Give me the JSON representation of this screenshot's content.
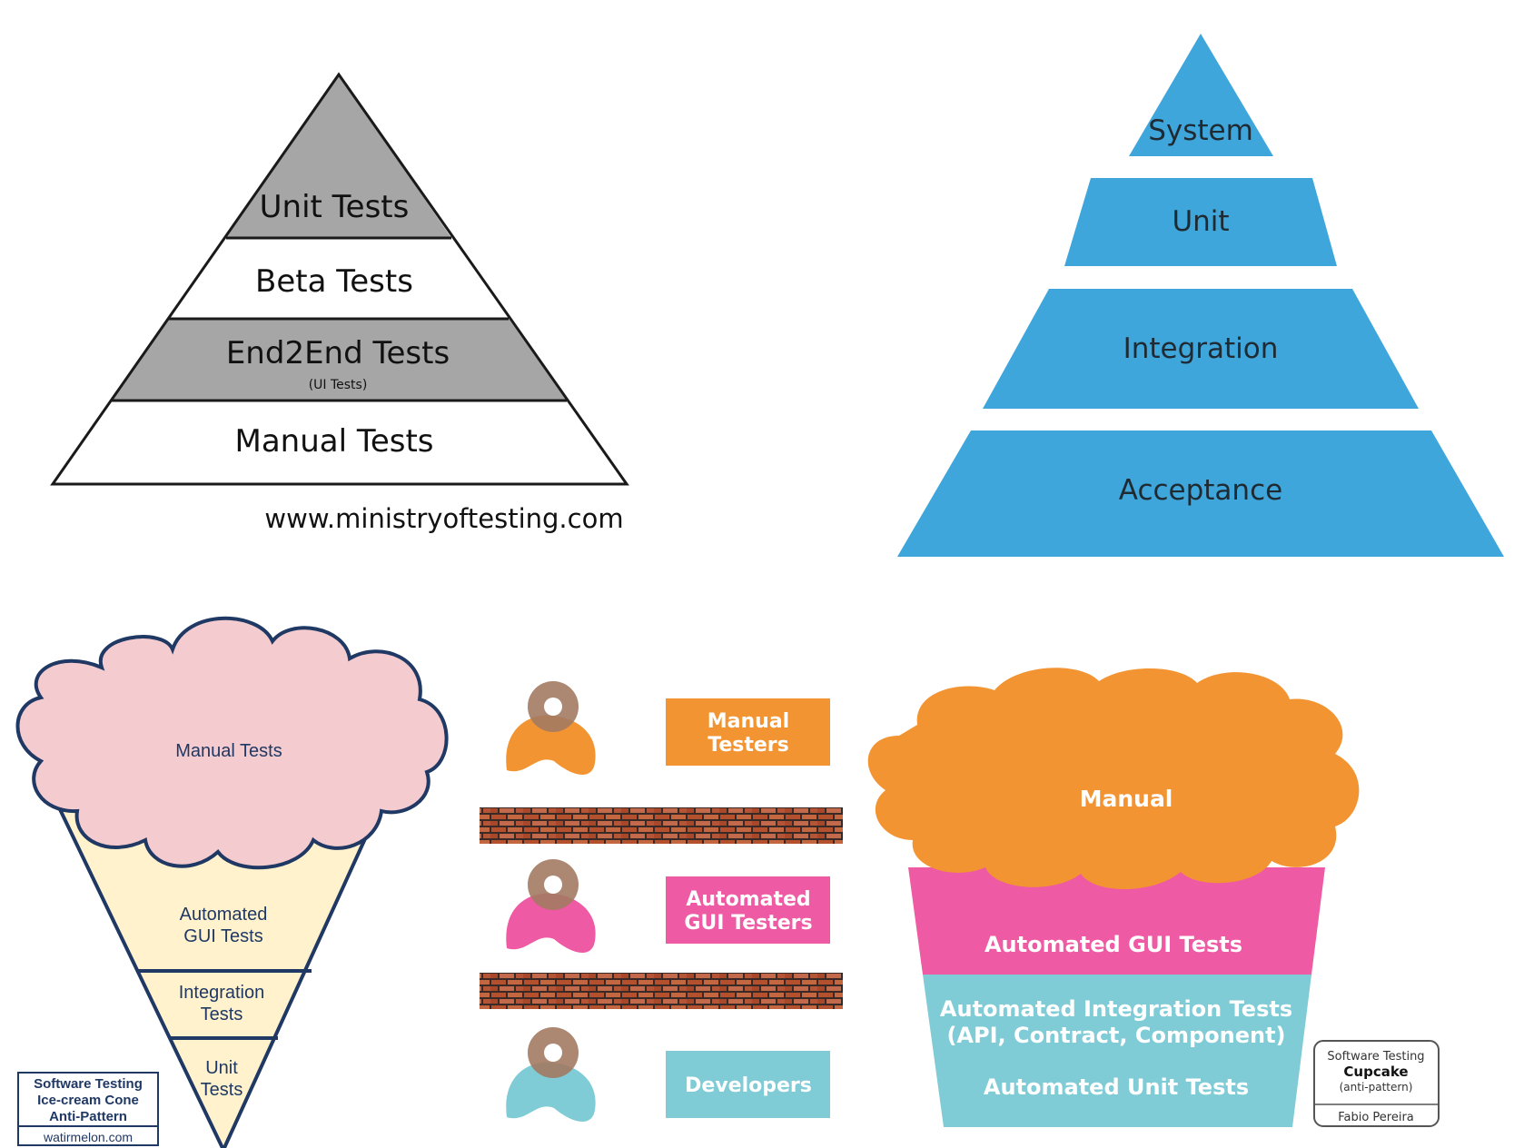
{
  "pyramid_left": {
    "layers": [
      "Unit Tests",
      "Beta Tests",
      "End2End Tests",
      "Manual Tests"
    ],
    "end2end_note": "(UI Tests)",
    "credit": "www.ministryoftesting.com",
    "colors": {
      "shaded": "#a6a6a6",
      "plain": "#ffffff",
      "line": "#1a1a1a"
    }
  },
  "pyramid_right": {
    "layers": [
      "System",
      "Unit",
      "Integration",
      "Acceptance"
    ],
    "colors": {
      "fill": "#3ea6da",
      "text": "#1f2a33"
    }
  },
  "ice_cream_cone": {
    "scoop_label": "Manual Tests",
    "cone_layers": [
      {
        "line1": "Automated",
        "line2": "GUI Tests"
      },
      {
        "line1": "Integration",
        "line2": "Tests"
      },
      {
        "line1": "Unit",
        "line2": "Tests"
      }
    ],
    "caption": {
      "line1": "Software Testing",
      "line2": "Ice-cream Cone",
      "line3": "Anti-Pattern",
      "site": "watirmelon.com"
    },
    "colors": {
      "scoop": "#f4cccf",
      "cone": "#fff2cc",
      "outline": "#1f3864",
      "text": "#1f3864"
    }
  },
  "teams": {
    "groups": [
      {
        "line1": "Manual",
        "line2": "Testers",
        "color": "#f39432",
        "icon": "person-icon"
      },
      {
        "line1": "Automated",
        "line2": "GUI Testers",
        "color": "#ee5aa3",
        "icon": "person-icon"
      },
      {
        "line1": "Developers",
        "line2": "",
        "color": "#7fcbd6",
        "icon": "person-icon"
      }
    ],
    "head_color": "#a37a62",
    "wall_color": "#b5502e"
  },
  "cupcake": {
    "frosting_label": "Manual",
    "gui_label": "Automated GUI Tests",
    "integration_line1": "Automated Integration Tests",
    "integration_line2": "(API, Contract, Component)",
    "unit_label": "Automated Unit Tests",
    "badge": {
      "line1": "Software Testing",
      "line2": "Cupcake",
      "line3": "(anti-pattern)",
      "author": "Fabio Pereira"
    },
    "colors": {
      "frosting": "#f39432",
      "gui": "#ee5aa3",
      "base": "#7fcbd6"
    }
  }
}
